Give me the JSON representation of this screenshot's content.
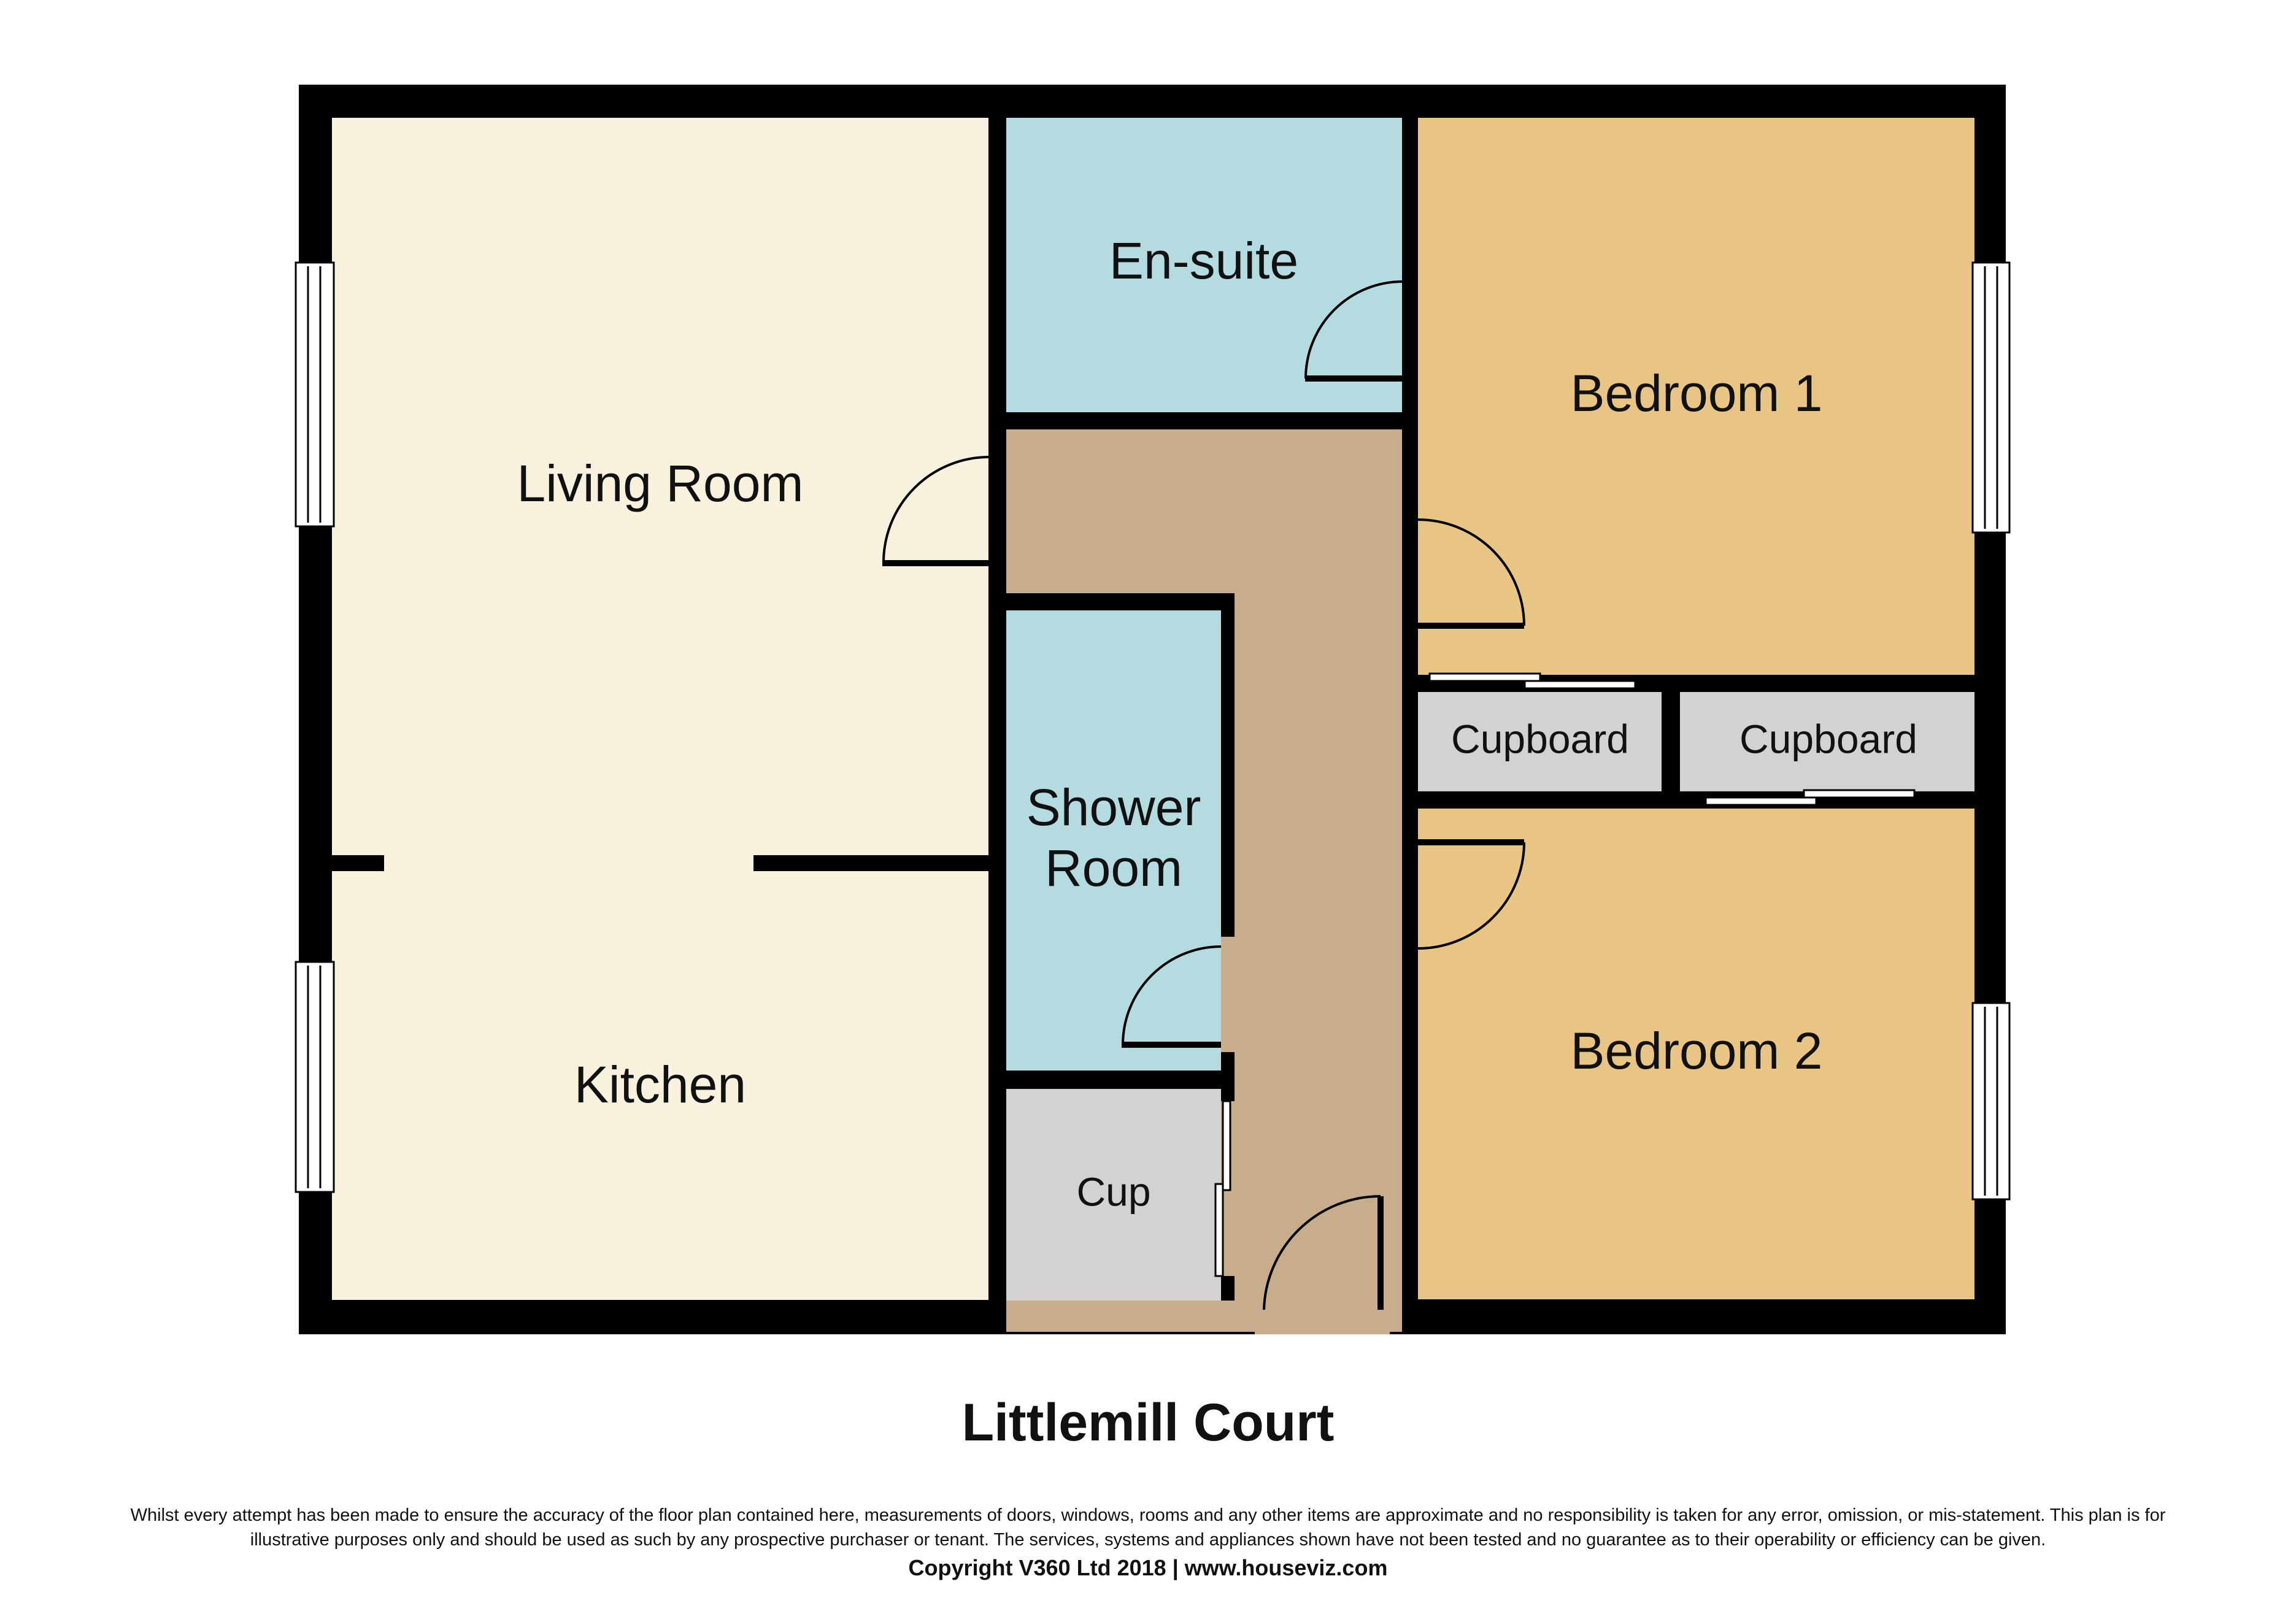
{
  "title": "Littlemill Court",
  "rooms": {
    "living_room": "Living Room",
    "kitchen": "Kitchen",
    "en_suite": "En-suite",
    "bedroom_1": "Bedroom 1",
    "bedroom_2": "Bedroom 2",
    "shower_room_line1": "Shower",
    "shower_room_line2": "Room",
    "cupboard_left": "Cupboard",
    "cupboard_right": "Cupboard",
    "cup": "Cup"
  },
  "colors": {
    "wall": "#000000",
    "living_kitchen": "#f8f1de",
    "wet_room": "#b3dbe0",
    "bedroom": "#e8c584",
    "hall": "#c8ad8d",
    "cupboard": "#d2d2d2"
  },
  "disclaimer": {
    "line1": "Whilst every attempt has been made to ensure the accuracy of the floor plan contained here, measurements of doors, windows, rooms and any other items are approximate and no responsibility is taken for any error, omission, or mis-statement. This plan is for",
    "line2": "illustrative purposes only and should be used as such by any prospective purchaser or tenant. The services, systems and appliances shown have not been tested and no guarantee as to their operability or efficiency can be given."
  },
  "copyright": "Copyright V360 Ltd 2018 | www.houseviz.com"
}
